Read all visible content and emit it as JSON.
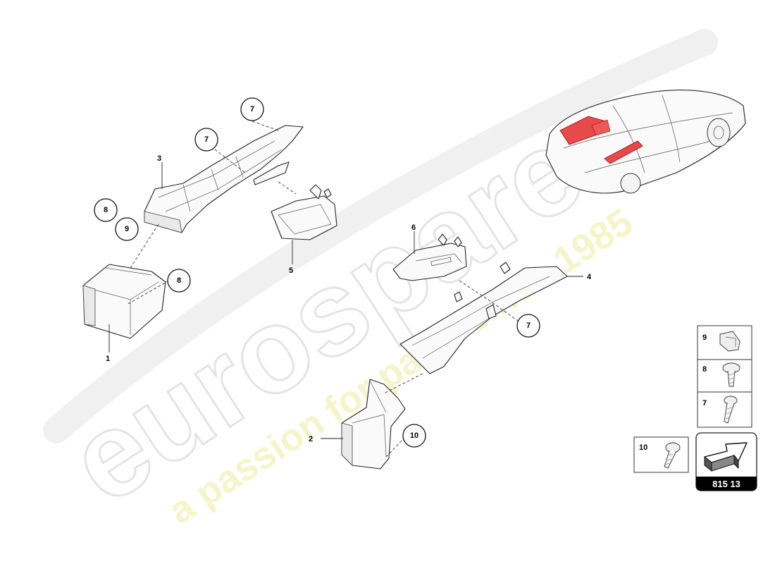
{
  "watermark": {
    "brand": "eurospares",
    "tagline": "a passion for parts since 1985"
  },
  "part_labels": [
    {
      "id": "1",
      "text": "1"
    },
    {
      "id": "2",
      "text": "2"
    },
    {
      "id": "3",
      "text": "3"
    },
    {
      "id": "4",
      "text": "4"
    },
    {
      "id": "5",
      "text": "5"
    },
    {
      "id": "6",
      "text": "6"
    }
  ],
  "callouts": [
    {
      "text": "7"
    },
    {
      "text": "7"
    },
    {
      "text": "7"
    },
    {
      "text": "8"
    },
    {
      "text": "8"
    },
    {
      "text": "9"
    },
    {
      "text": "10"
    }
  ],
  "hardware_legend": [
    {
      "num": "9",
      "item": "clip"
    },
    {
      "num": "8",
      "item": "screw"
    },
    {
      "num": "7",
      "item": "screw"
    },
    {
      "num": "10",
      "item": "screw"
    }
  ],
  "diagram_number": "815 13",
  "icons": [
    "arrow-icon",
    "car-icon"
  ]
}
